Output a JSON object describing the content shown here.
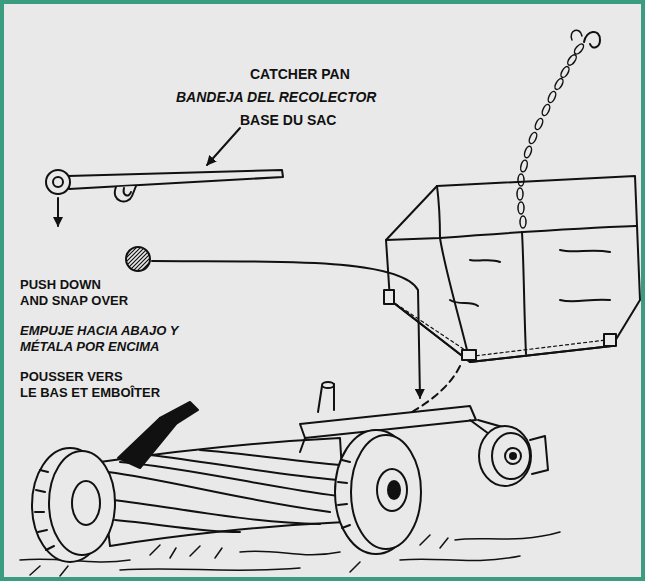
{
  "diagram": {
    "labels": [
      "CATCHER PAN",
      "BANDEJA DEL RECOLECTOR",
      "BASE DU SAC",
      "PUSH DOWN AND SNAP OVER",
      "EMPUJE HACIA ABAJO Y MÉTALA POR ENCIMA",
      "POUSSER VERS LE BAS ET EMBOÎTER"
    ]
  }
}
